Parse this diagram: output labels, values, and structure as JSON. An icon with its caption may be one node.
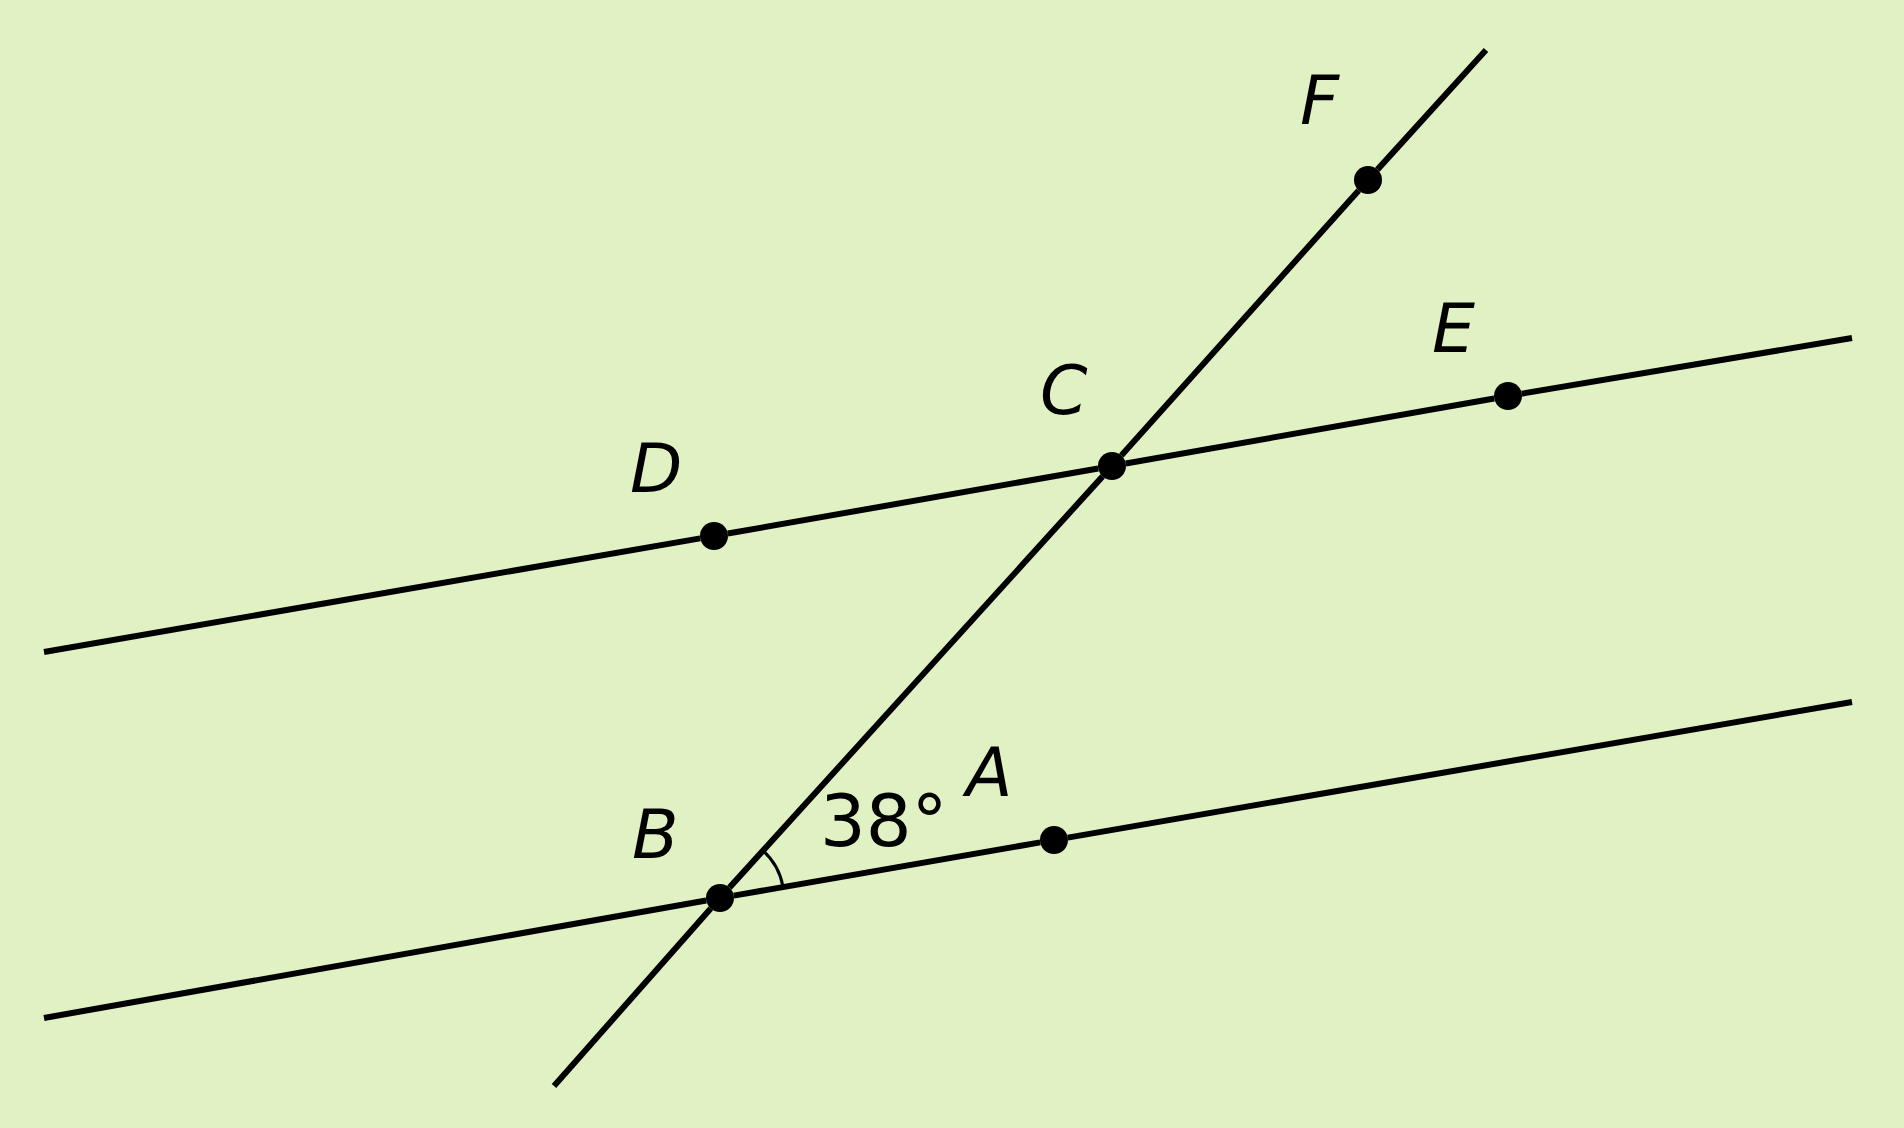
{
  "diagram": {
    "nodes": [
      {
        "text": [
          "F"
        ]
      },
      {
        "text": [
          "E"
        ]
      },
      {
        "text": [
          "C"
        ]
      },
      {
        "text": [
          "D"
        ]
      },
      {
        "text": [
          "A"
        ]
      },
      {
        "text": [
          "B"
        ]
      }
    ],
    "edges": [
      {
        "from": null,
        "to": 3,
        "arrow": "none"
      },
      {
        "from": 3,
        "to": 2,
        "arrow": "none"
      },
      {
        "from": 2,
        "to": 1,
        "arrow": "none"
      },
      {
        "from": 1,
        "to": null,
        "arrow": "none"
      },
      {
        "from": null,
        "to": 5,
        "arrow": "none"
      },
      {
        "from": 5,
        "to": 4,
        "arrow": "none"
      },
      {
        "from": 4,
        "to": null,
        "arrow": "none"
      },
      {
        "from": null,
        "to": 5,
        "arrow": "none"
      },
      {
        "from": 5,
        "to": 2,
        "arrow": "none"
      },
      {
        "from": 2,
        "to": 0,
        "arrow": "none"
      },
      {
        "from": 0,
        "to": null,
        "arrow": "none"
      }
    ],
    "labels": [
      "38°"
    ]
  }
}
